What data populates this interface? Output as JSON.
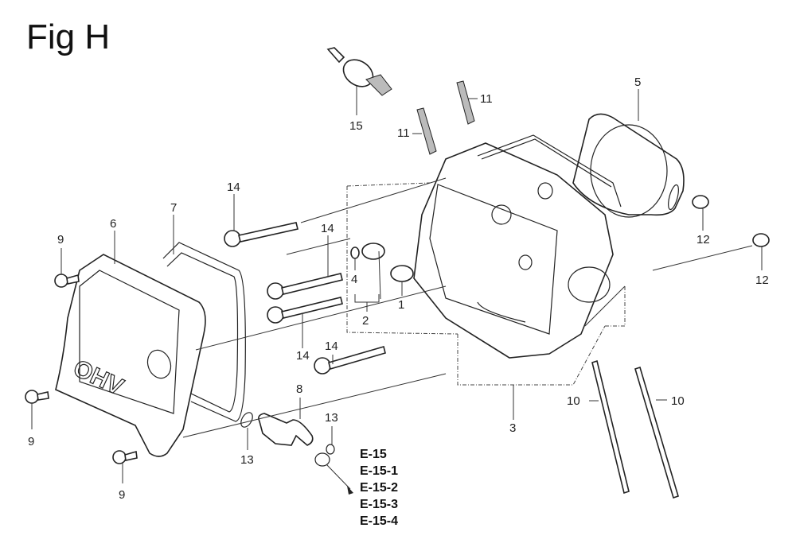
{
  "title": "Fig H",
  "callouts": [
    {
      "id": "c15",
      "text": "15",
      "part": "spark-plug"
    },
    {
      "id": "c11a",
      "text": "11",
      "part": "stud-bolt"
    },
    {
      "id": "c11b",
      "text": "11",
      "part": "stud-bolt"
    },
    {
      "id": "c5",
      "text": "5",
      "part": "cylinder-head-gasket"
    },
    {
      "id": "c14a",
      "text": "14",
      "part": "flange-bolt"
    },
    {
      "id": "c14b",
      "text": "14",
      "part": "flange-bolt"
    },
    {
      "id": "c14c",
      "text": "14",
      "part": "flange-bolt"
    },
    {
      "id": "c14d",
      "text": "14",
      "part": "flange-bolt"
    },
    {
      "id": "c9a",
      "text": "9",
      "part": "cover-bolt"
    },
    {
      "id": "c9b",
      "text": "9",
      "part": "cover-bolt"
    },
    {
      "id": "c9c",
      "text": "9",
      "part": "cover-bolt"
    },
    {
      "id": "c6",
      "text": "6",
      "part": "head-cover"
    },
    {
      "id": "c7",
      "text": "7",
      "part": "head-cover-gasket"
    },
    {
      "id": "c4",
      "text": "4",
      "part": "valve-guide-clip"
    },
    {
      "id": "c2",
      "text": "2",
      "part": "exhaust-valve-guide-set"
    },
    {
      "id": "c1",
      "text": "1",
      "part": "intake-valve-guide"
    },
    {
      "id": "c3",
      "text": "3",
      "part": "cylinder-head-assy"
    },
    {
      "id": "c12a",
      "text": "12",
      "part": "dowel-pin"
    },
    {
      "id": "c12b",
      "text": "12",
      "part": "dowel-pin"
    },
    {
      "id": "c10a",
      "text": "10",
      "part": "stud-bolt-long"
    },
    {
      "id": "c10b",
      "text": "10",
      "part": "stud-bolt-long"
    },
    {
      "id": "c8",
      "text": "8",
      "part": "breather-tube"
    },
    {
      "id": "c13a",
      "text": "13",
      "part": "tube-clip"
    },
    {
      "id": "c13b",
      "text": "13",
      "part": "tube-clip"
    }
  ],
  "cover_marking": "OHV",
  "references": [
    "E-15",
    "E-15-1",
    "E-15-2",
    "E-15-3",
    "E-15-4"
  ]
}
